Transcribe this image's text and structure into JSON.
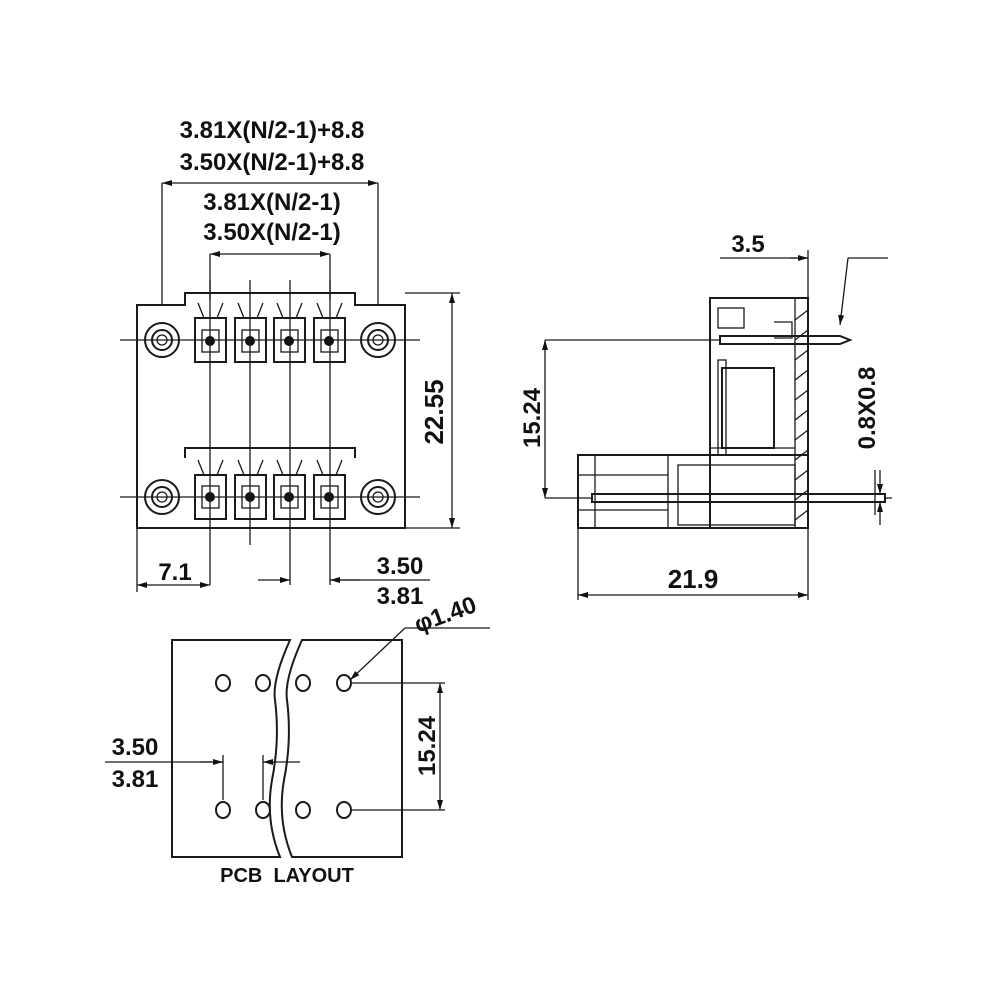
{
  "front_view": {
    "overall_width_a": "3.81X(N/2-1)+8.8",
    "overall_width_b": "3.50X(N/2-1)+8.8",
    "pin_span_a": "3.81X(N/2-1)",
    "pin_span_b": "3.50X(N/2-1)",
    "height": "22.55",
    "edge_to_pin": "7.1",
    "pitch_a": "3.50",
    "pitch_b": "3.81"
  },
  "side_view": {
    "offset": "3.5",
    "row_spacing": "15.24",
    "pin_size": "0.8X0.8",
    "depth": "21.9"
  },
  "pcb_layout": {
    "hole_diameter": "φ1.40",
    "row_spacing": "15.24",
    "pitch_a": "3.50",
    "pitch_b": "3.81",
    "title": "PCB  LAYOUT"
  }
}
